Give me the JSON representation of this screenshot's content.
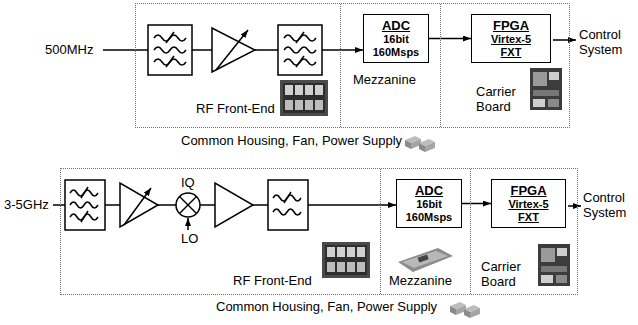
{
  "diagram": {
    "nodes": [
      {
        "text": [
          "Common Housing, Fan, Power Supply"
        ]
      },
      {
        "text": [
          "RF Front-End"
        ],
        "in": 0
      },
      {
        "text": [
          "Mezzanine"
        ],
        "in": 0
      },
      {
        "text": [
          "ADC",
          "16bit 160Msps"
        ],
        "in": 2
      },
      {
        "text": [
          "Carrier Board"
        ],
        "in": 0
      },
      {
        "text": [
          "FPGA",
          "Virtex-5 FXT"
        ],
        "in": 4
      },
      {
        "text": [
          "Common Housing, Fan, Power Supply"
        ]
      },
      {
        "text": [
          "RF Front-End"
        ],
        "in": 6
      },
      {
        "text": [
          "Mezzanine"
        ],
        "in": 6
      },
      {
        "text": [
          "ADC",
          "16bit 160Msps"
        ],
        "in": 8
      },
      {
        "text": [
          "Carrier Board"
        ],
        "in": 6
      },
      {
        "text": [
          "FPGA",
          "Virtex-5 FXT"
        ],
        "in": 10
      }
    ],
    "edges": [
      {
        "from": 3,
        "to": 5,
        "arrow": "to"
      },
      {
        "from": 9,
        "to": 11,
        "arrow": "to"
      }
    ],
    "labels": [
      "500MHz",
      "Control System",
      "3-5GHz",
      "IQ",
      "LO",
      "Control System"
    ]
  }
}
